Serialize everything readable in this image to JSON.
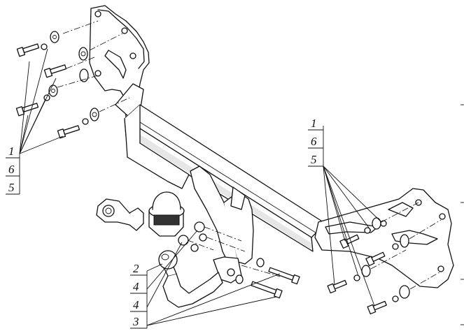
{
  "diagram": {
    "callout_groups": [
      {
        "id": "left",
        "labels": [
          "1",
          "6",
          "5"
        ]
      },
      {
        "id": "right",
        "labels": [
          "1",
          "6",
          "5"
        ]
      },
      {
        "id": "ball",
        "labels": [
          "2",
          "4",
          "4",
          "3"
        ]
      }
    ]
  }
}
